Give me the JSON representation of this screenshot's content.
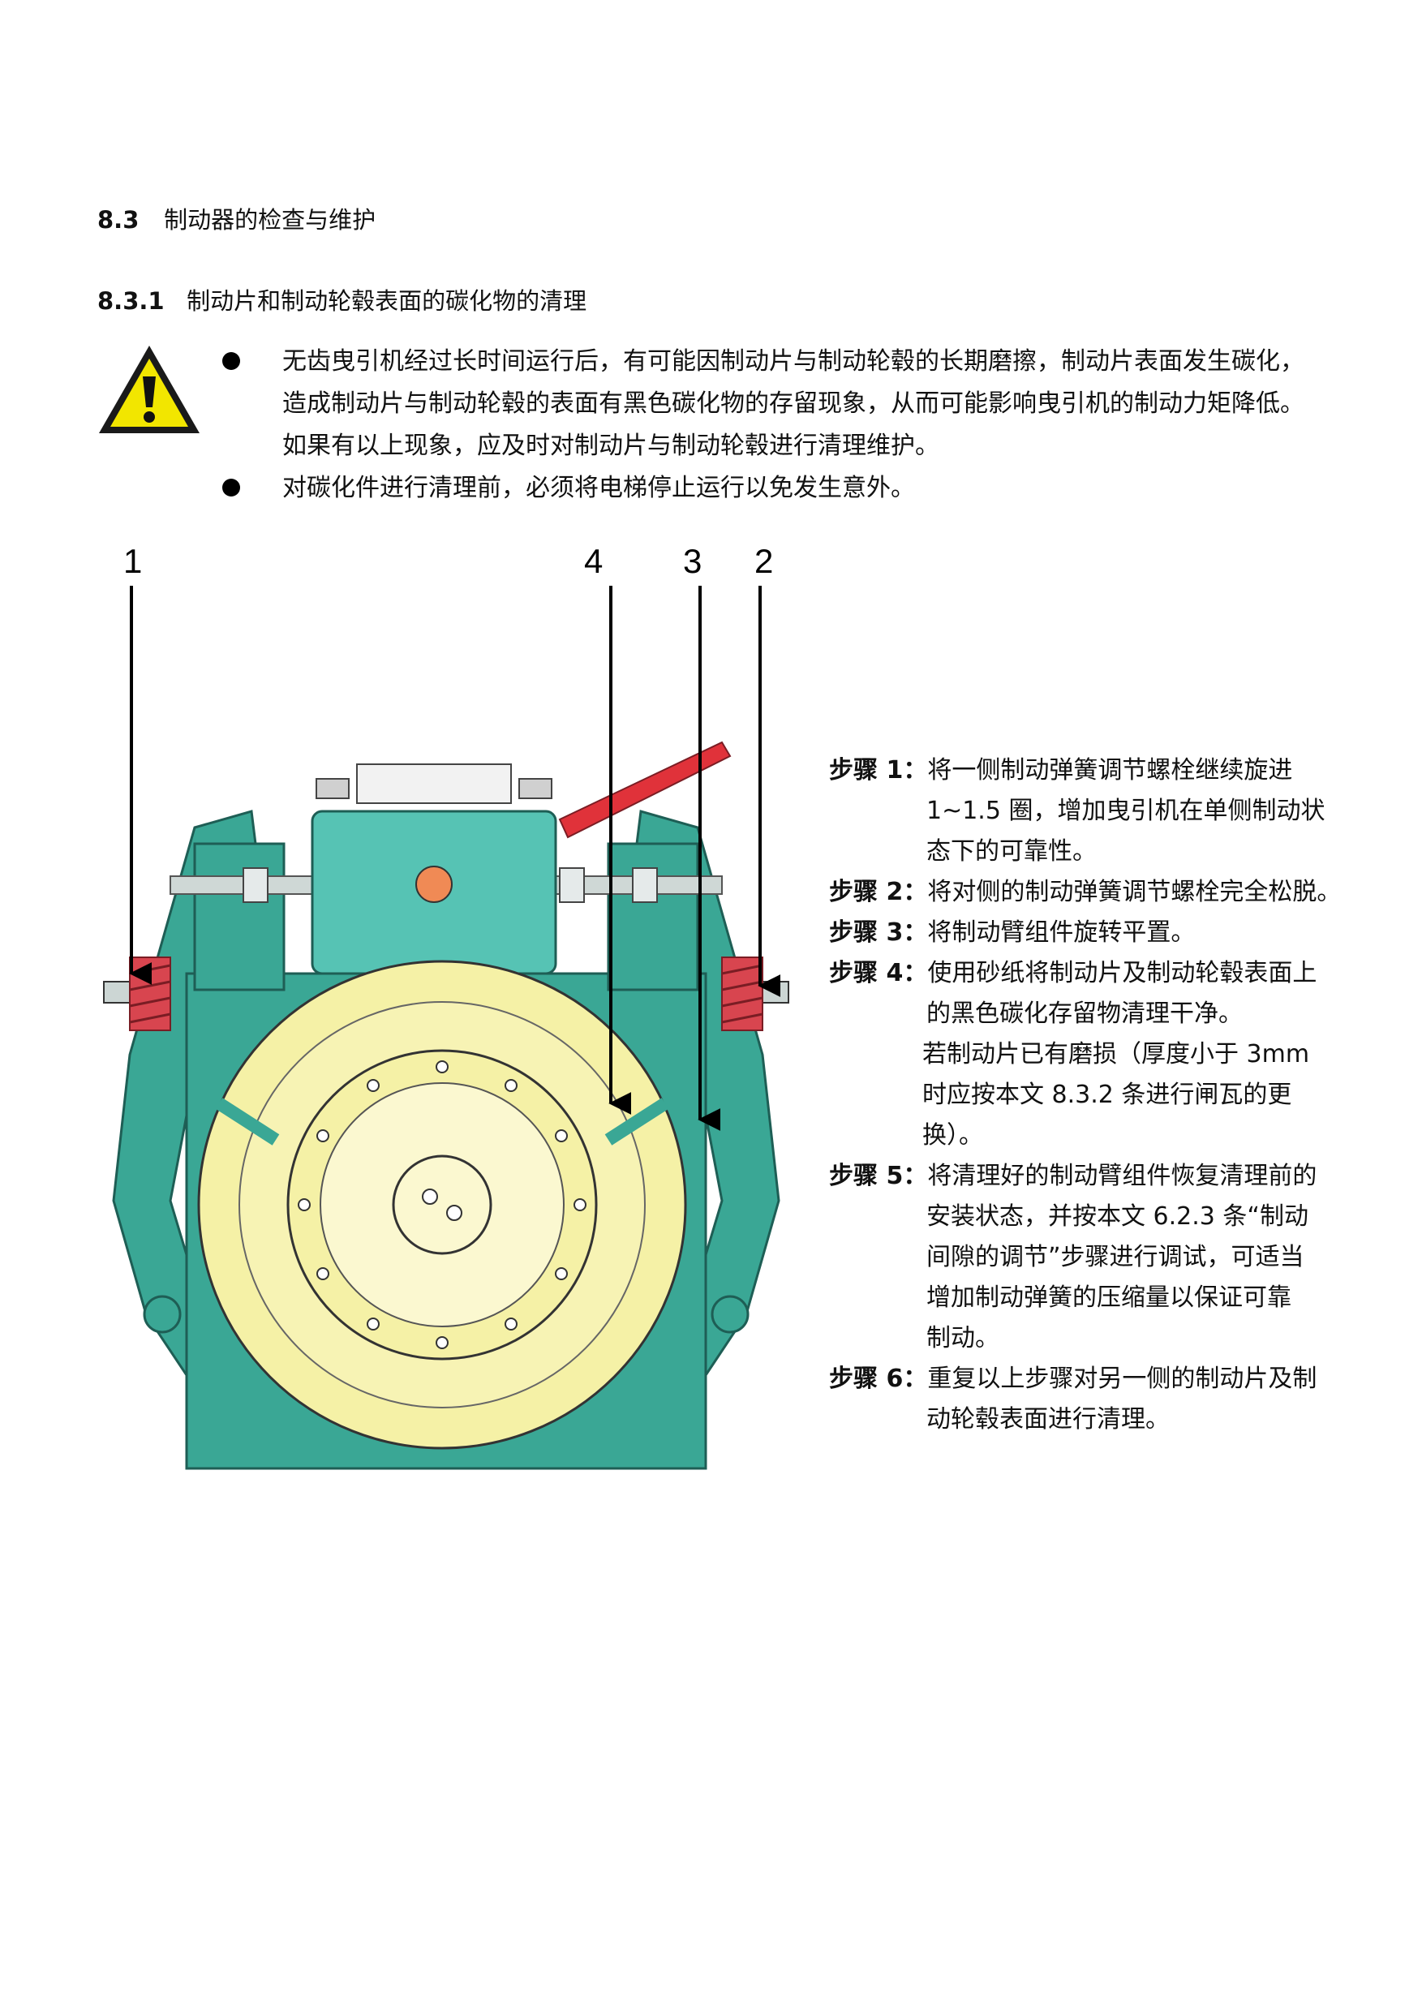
{
  "section": {
    "number": "8.3",
    "title": "制动器的检查与维护"
  },
  "subsection": {
    "number": "8.3.1",
    "title": "制动片和制动轮毂表面的碳化物的清理"
  },
  "warning_icon": "warning-triangle-icon",
  "bullets": [
    {
      "lines": [
        "无齿曳引机经过长时间运行后，有可能因制动片与制动轮毂的长期磨擦，制动片表面发生碳化，",
        "造成制动片与制动轮毂的表面有黑色碳化物的存留现象，从而可能影响曳引机的制动力矩降低。",
        "如果有以上现象，应及时对制动片与制动轮毂进行清理维护。"
      ]
    },
    {
      "lines": [
        "对碳化件进行清理前，必须将电梯停止运行以免发生意外。"
      ]
    }
  ],
  "figure": {
    "callouts": [
      {
        "label": "1"
      },
      {
        "label": "4"
      },
      {
        "label": "3"
      },
      {
        "label": "2"
      }
    ],
    "colors": {
      "frame": "#3aa795",
      "wheel": "#f5f1a6",
      "motor": "#56c3b4",
      "spring": "#d8454f",
      "lever": "#e0323a"
    }
  },
  "steps": [
    {
      "label": "步骤 1：",
      "lines": [
        "将一侧制动弹簧调节螺栓继续旋进",
        "1~1.5 圈，增加曳引机在单侧制动状",
        "态下的可靠性。"
      ]
    },
    {
      "label": "步骤 2：",
      "lines": [
        "将对侧的制动弹簧调节螺栓完全松脱。"
      ]
    },
    {
      "label": "步骤 3：",
      "lines": [
        "将制动臂组件旋转平置。"
      ]
    },
    {
      "label": "步骤 4：",
      "lines": [
        "使用砂纸将制动片及制动轮毂表面上",
        "的黑色碳化存留物清理干净。"
      ]
    },
    {
      "label": "",
      "note": true,
      "lines": [
        "若制动片已有磨损（厚度小于 3mm",
        "时应按本文 8.3.2 条进行闸瓦的更",
        "换）。"
      ]
    },
    {
      "label": "步骤 5：",
      "lines": [
        "将清理好的制动臂组件恢复清理前的",
        "安装状态，并按本文 6.2.3 条“制动",
        "间隙的调节”步骤进行调试，可适当",
        "增加制动弹簧的压缩量以保证可靠",
        "制动。"
      ]
    },
    {
      "label": "步骤 6：",
      "lines": [
        "重复以上步骤对另一侧的制动片及制",
        "动轮毂表面进行清理。"
      ]
    }
  ]
}
